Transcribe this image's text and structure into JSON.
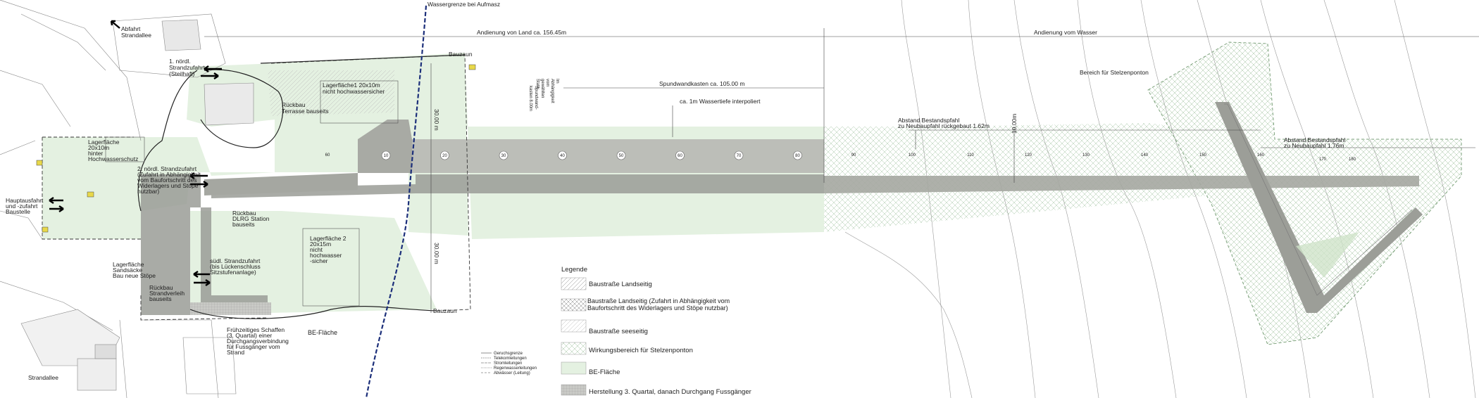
{
  "title_labels": {
    "water_border": "Wassergrenze bei Aufmasz",
    "land_berthing": "Andienung von Land ca. 156.45m",
    "water_berthing": "Andienung vom Wasser",
    "sheet_pile_box": "Spundwandkasten ca. 105.00 m",
    "interpolated_depth": "ca. 1m Wassertiefe interpoliert",
    "pontoon_area": "Bereich für Stelzenponton",
    "dist_pile_1": "Abstand Bestandspfahl",
    "dist_pile_1b": "zu Neubaupfahl rückgebaut 1.62m",
    "dist_pile_2": "Abstand Bestandspfahl",
    "dist_pile_2b": "zu Neubaupfahl 1.76m",
    "width_10": "10.00m",
    "length_30_top": "30.00 m",
    "length_30_bottom": "30.00 m",
    "construction_fence_top": "Bauzaun",
    "construction_fence_bottom": "Bauzaun",
    "be_area": "BE-Fläche",
    "strandallee_top": "Strandallee",
    "strandallee_bottom": "Strandallee"
  },
  "site_labels": {
    "exit_strandallee": [
      "Abfahrt",
      "Strandallee"
    ],
    "north_access_1": [
      "1. nördl.",
      "Strandzufahrt",
      "(Steilhaft)"
    ],
    "storage_1": [
      "Lagerfläche1 20x10m",
      "nicht hochwassersicher"
    ],
    "demolition_terrace": [
      "Rückbau",
      "Terrasse bauseits"
    ],
    "storage_left": [
      "Lagerfläche",
      "20x10m",
      "hinter",
      "Hochwasserschutz"
    ],
    "north_access_2": [
      "2. nördl. Strandzufahrt",
      "(Zufahrt in Abhängigkeit",
      "vom Baufortschritt des",
      "Widerlagers und Stöpe",
      "nutzbar)"
    ],
    "main_access": [
      "Hauptausfahrt",
      "und -zufahrt",
      "Baustelle"
    ],
    "demolition_dlrg": [
      "Rückbau",
      "DLRG Station",
      "bauseits"
    ],
    "storage_2": [
      "Lagerfläche 2",
      "20x15m",
      "nicht",
      "hochwasser",
      "-sicher"
    ],
    "south_access": [
      "südl. Strandzufahrt",
      "(bis Lückenschluss",
      "Sitzstufenanlage)"
    ],
    "storage_sandbags": [
      "Lagerfläche",
      "Sandsäcke",
      "Bau neue Stöpe"
    ],
    "demolition_beach": [
      "Rückbau",
      "Strandverleih",
      "bauseits"
    ],
    "early_creation": [
      "Frühzeitiges Schaffen",
      "(3. Quartal) einer",
      "Durchgangsverbindung",
      "für Fussgänger vom",
      "Strand"
    ],
    "vertical_note_1": [
      "Im",
      "Abhängigkeit",
      "vom",
      "gewählten",
      "Statik"
    ],
    "vertical_note_2": [
      "Spundwand-",
      "kasten 8.00m"
    ]
  },
  "station_markers": [
    "10",
    "20",
    "30",
    "40",
    "50",
    "60",
    "70",
    "80"
  ],
  "chainage_labels": [
    "60",
    "90",
    "100",
    "110",
    "120",
    "130",
    "140",
    "150",
    "160",
    "170",
    "180"
  ],
  "legend": {
    "title": "Legende",
    "items": [
      {
        "label": "Baustraße Landseitig"
      },
      {
        "label": "Baustraße Landseitig (Zufahrt in Abhängigkeit vom Baufortschritt des Widerlagers und Stöpe nutzbar)"
      },
      {
        "label": "Baustraße seeseitig"
      },
      {
        "label": "Wirkungsbereich für Stelzenponton"
      },
      {
        "label": "BE-Fläche"
      },
      {
        "label": "Herstellung 3. Quartal, danach Durchgang Fussgänger"
      }
    ],
    "small_legend": [
      "Geruchsgrenze",
      "Telekomleitungen",
      "Stromleitungen",
      "Regenwasserleitungen",
      "Abwässer (Leitung)"
    ]
  },
  "colors": {
    "be_fill": "#e4f1e1",
    "pier": "#bcbeb8",
    "road": "#9a9c96",
    "pontoon_hatch": "#8fae8e",
    "water_line": "#1c2f7a"
  }
}
